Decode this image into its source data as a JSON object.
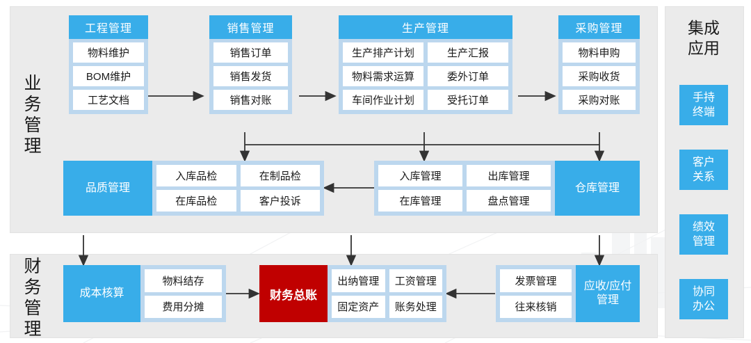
{
  "sections": {
    "business": {
      "label_chars": [
        "业",
        "务",
        "管",
        "理"
      ]
    },
    "finance": {
      "label_chars": [
        "财",
        "务",
        "管",
        "理"
      ]
    }
  },
  "apps_panel": {
    "title_lines": [
      "集成",
      "应用"
    ],
    "buttons": [
      {
        "lines": [
          "手持",
          "终端"
        ]
      },
      {
        "lines": [
          "客户",
          "关系"
        ]
      },
      {
        "lines": [
          "绩效",
          "管理"
        ]
      },
      {
        "lines": [
          "协同",
          "办公"
        ]
      }
    ]
  },
  "groups": {
    "engineering": {
      "title": "工程管理",
      "items": [
        "物料维护",
        "BOM维护",
        "工艺文档"
      ]
    },
    "sales": {
      "title": "销售管理",
      "items": [
        "销售订单",
        "销售发货",
        "销售对账"
      ]
    },
    "production": {
      "title": "生产管理",
      "rows": [
        [
          "生产排产计划",
          "生产汇报"
        ],
        [
          "物料需求运算",
          "委外订单"
        ],
        [
          "车间作业计划",
          "受托订单"
        ]
      ]
    },
    "purchase": {
      "title": "采购管理",
      "items": [
        "物料申购",
        "采购收货",
        "采购对账"
      ]
    },
    "quality": {
      "title": "品质管理",
      "rows": [
        [
          "入库品检",
          "在制品检"
        ],
        [
          "在库品检",
          "客户投诉"
        ]
      ]
    },
    "warehouse": {
      "title": "仓库管理",
      "rows": [
        [
          "入库管理",
          "出库管理"
        ],
        [
          "在库管理",
          "盘点管理"
        ]
      ]
    },
    "cost": {
      "title": "成本核算",
      "rows": [
        [
          "物料结存"
        ],
        [
          "费用分摊"
        ]
      ]
    },
    "ledger": {
      "title": "财务总账"
    },
    "accounting": {
      "rows": [
        [
          "出纳管理",
          "工资管理"
        ],
        [
          "固定资产",
          "账务处理"
        ]
      ]
    },
    "receivable": {
      "title_lines": [
        "应收/应付",
        "管理"
      ],
      "rows": [
        [
          "发票管理"
        ],
        [
          "往来核销"
        ]
      ]
    }
  },
  "colors": {
    "accent_blue": "#38ade9",
    "light_blue": "#bcd7ee",
    "panel_gray": "#ebebeb",
    "red": "#c00000",
    "cell_white": "#ffffff",
    "arrow": "#333333"
  }
}
